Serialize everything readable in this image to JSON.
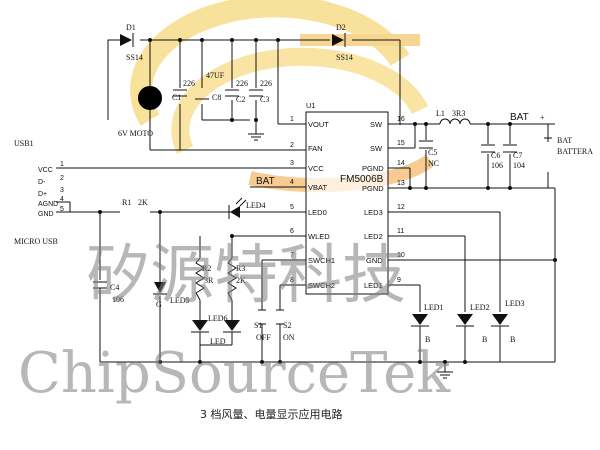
{
  "caption": "3 档风量、电量显示应用电路",
  "watermark": {
    "chinese": "矽源特科技",
    "english": "ChipSourceTek"
  },
  "ic": {
    "designator": "U1",
    "part": "FM5006B",
    "left_pins": [
      {
        "num": "1",
        "name": "VOUT"
      },
      {
        "num": "2",
        "name": "FAN"
      },
      {
        "num": "3",
        "name": "VCC"
      },
      {
        "num": "4",
        "name": "VBAT"
      },
      {
        "num": "5",
        "name": "LED0"
      },
      {
        "num": "6",
        "name": "WLED"
      },
      {
        "num": "7",
        "name": "SWCH1"
      },
      {
        "num": "8",
        "name": "SWCH2"
      }
    ],
    "right_pins": [
      {
        "num": "16",
        "name": "SW"
      },
      {
        "num": "15",
        "name": "SW"
      },
      {
        "num": "14",
        "name": "PGND"
      },
      {
        "num": "13",
        "name": "PGND"
      },
      {
        "num": "12",
        "name": "LED3"
      },
      {
        "num": "11",
        "name": "LED2"
      },
      {
        "num": "10",
        "name": "GND"
      },
      {
        "num": "9",
        "name": "LED1"
      }
    ]
  },
  "usb": {
    "designator": "USB1",
    "name": "MICRO USB",
    "pins": [
      {
        "num": "1",
        "name": "VCC"
      },
      {
        "num": "2",
        "name": "D-"
      },
      {
        "num": "3",
        "name": "D+"
      },
      {
        "num": "4",
        "name": "AGND"
      },
      {
        "num": "5",
        "name": "GND"
      }
    ]
  },
  "components": {
    "d1": "D1",
    "d1_part": "SS14",
    "d2": "D2",
    "d2_part": "SS14",
    "motor": "6V MOTO",
    "c1": "C1",
    "c1_val": "226",
    "c8": "C8",
    "c8_val": "47UF",
    "c2": "C2",
    "c2_val": "226",
    "c3": "C3",
    "c3_val": "226",
    "c4": "C4",
    "c4_val": "106",
    "c5": "C5",
    "c5_val": "NC",
    "c6": "C6",
    "c6_val": "106",
    "c7": "C7",
    "c7_val": "104",
    "l1": "L1",
    "l1_val": "3R3",
    "r1": "R1",
    "r1_val": "2K",
    "r2": "R2",
    "r2_val": "3R",
    "r3": "R3",
    "r3_val": "2K",
    "led4": "LED4",
    "led5": "LED5",
    "led5_color": "G",
    "led6": "LED6",
    "led6_color": "LED",
    "led1": "LED1",
    "led1_color": "B",
    "led2": "LED2",
    "led2_color": "B",
    "led3": "LED3",
    "led3_color": "B",
    "s1": "S1",
    "s1_label": "OFF",
    "s2": "S2",
    "s2_label": "ON",
    "bat_net_1": "BAT",
    "bat_net_2": "BAT",
    "battery": "BAT",
    "battery_label": "BATTERA",
    "plus": "+"
  }
}
